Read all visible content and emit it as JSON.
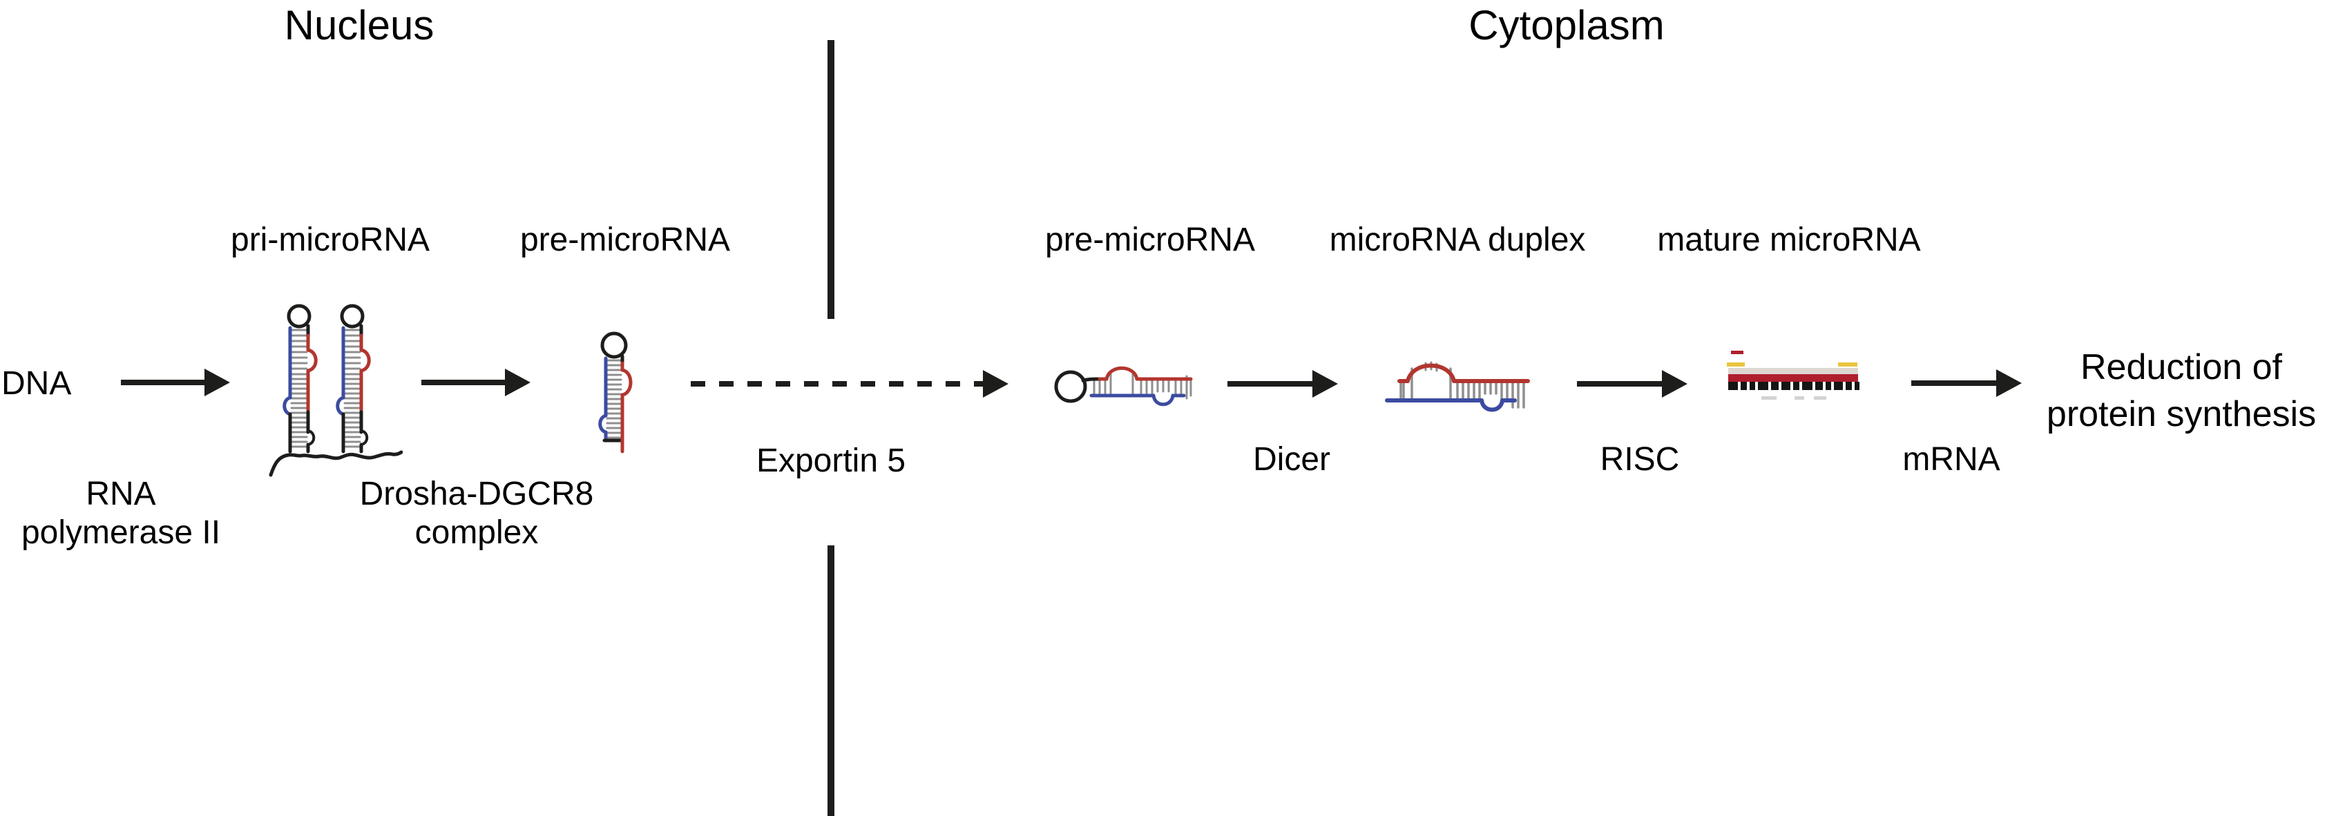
{
  "diagram": {
    "region_titles": {
      "nucleus": "Nucleus",
      "cytoplasm": "Cytoplasm"
    },
    "nodes": {
      "dna": "DNA",
      "pri_microrna": "pri-microRNA",
      "pre_microrna_nuclear": "pre-microRNA",
      "pre_microrna_cytoplasmic": "pre-microRNA",
      "microrna_duplex": "microRNA duplex",
      "mature_microrna": "mature microRNA",
      "outcome": {
        "label": "Reduction of protein synthesis",
        "lines": [
          "Reduction of",
          "protein synthesis"
        ]
      }
    },
    "process_labels": {
      "rna_polymerase": {
        "label": "RNA polymerase II",
        "lines": [
          "RNA",
          "polymerase II"
        ]
      },
      "drosha_dgcr8": {
        "label": "Drosha-DGCR8 complex",
        "lines": [
          "Drosha-DGCR8",
          "complex"
        ]
      },
      "exportin5": "Exportin 5",
      "dicer": "Dicer",
      "risc": "RISC",
      "mrna": "mRNA"
    },
    "colors": {
      "text_black": "#000000",
      "outline_black": "#1d1d1b",
      "strand_red": "#b2362f",
      "strand_blue": "#3c4ba0",
      "rung_gray": "#8f8f8f",
      "mature_bar_red": "#b01e2e",
      "mature_tick_yellow": "#e9c63e",
      "mature_band_gray": "#dcd7d1",
      "mature_dash_black": "#161616",
      "mature_faint_gray": "#c9c9c9"
    }
  }
}
